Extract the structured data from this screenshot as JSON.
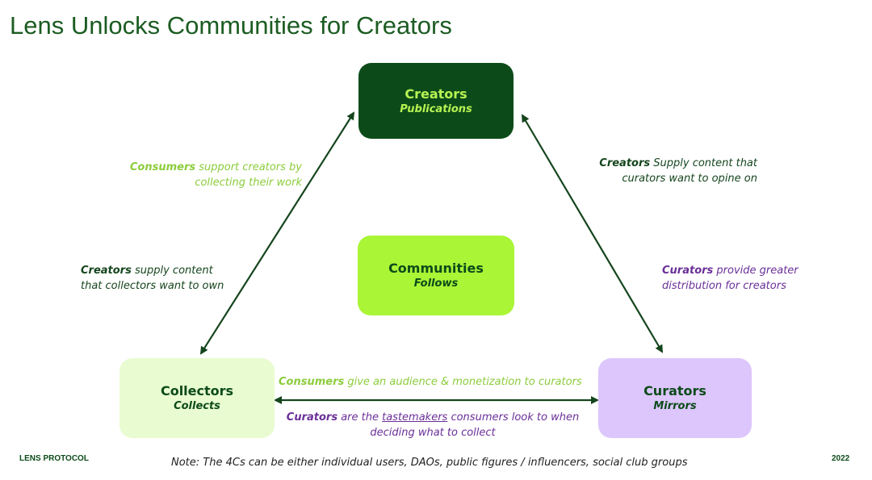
{
  "title": "Lens Unlocks Communities for Creators",
  "boxes": {
    "creators": {
      "title": "Creators",
      "subtitle": "Publications"
    },
    "communities": {
      "title": "Communities",
      "subtitle": "Follows"
    },
    "collectors": {
      "title": "Collectors",
      "subtitle": "Collects"
    },
    "curators": {
      "title": "Curators",
      "subtitle": "Mirrors"
    }
  },
  "captions": {
    "consumers_support": {
      "bold": "Consumers",
      "line1": " support creators by",
      "line2": "collecting their work"
    },
    "creators_supply_curators": {
      "bold": "Creators",
      "line1": " Supply content that",
      "line2": "curators want to opine on"
    },
    "creators_supply_collectors": {
      "bold": "Creators",
      "line1": " supply content",
      "line2": "that collectors want to own"
    },
    "curators_distribution": {
      "bold": "Curators",
      "line1": " provide greater",
      "line2": "distribution for creators"
    },
    "consumers_audience": {
      "bold": "Consumers",
      "text": " give an audience & monetization to curators"
    },
    "curators_tastemakers": {
      "bold": "Curators",
      "pre": " are the ",
      "link": "tastemakers",
      "post": " consumers look to when",
      "line2": "deciding what to collect"
    }
  },
  "footer": {
    "left": "LENS PROTOCOL",
    "note": "Note: The 4Cs can be either individual users, DAOs, public figures / influencers, social club groups",
    "right": "2022"
  },
  "colors": {
    "dark_green": "#0c4b19",
    "lime": "#aaf536",
    "light_green": "#e9fbd0",
    "lavender": "#dcc6fc",
    "caption_green": "#8ccc3c",
    "caption_purple": "#6a2f98"
  }
}
